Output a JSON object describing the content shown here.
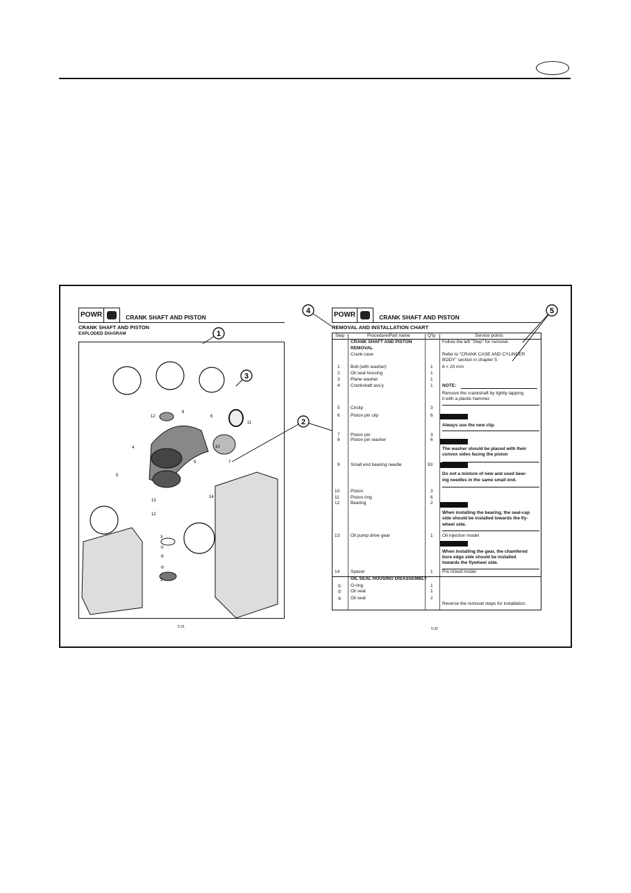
{
  "left_page": {
    "header_badge": "POWR",
    "header_title": "CRANK SHAFT AND PISTON",
    "section_title": "CRANK SHAFT AND PISTON",
    "subtitle": "EXPLODED DIAGRAM",
    "diagram_labels": [
      "12",
      "8",
      "6",
      "4",
      "5",
      "9",
      "7",
      "10",
      "11",
      "13",
      "12",
      "14",
      "3",
      "①",
      "②",
      "③",
      "2"
    ],
    "page_number": "5-31"
  },
  "right_page": {
    "header_badge": "POWR",
    "header_title": "CRANK SHAFT AND PISTON",
    "section_title": "REMOVAL AND INSTALLATION CHART",
    "columns": [
      "Step",
      "Procedure/Part name",
      "Q'ty",
      "Service points"
    ],
    "rows": [
      {
        "step": "",
        "name": "CRANK SHAFT AND PISTON",
        "qty": "",
        "bold": true
      },
      {
        "step": "",
        "name": "REMOVAL",
        "qty": "",
        "bold": true
      },
      {
        "step": "",
        "name": "Crank case",
        "qty": ""
      },
      {
        "step": "1",
        "name": "Bolt (with washer)",
        "qty": "1"
      },
      {
        "step": "2",
        "name": "Oil seal housing",
        "qty": "1"
      },
      {
        "step": "3",
        "name": "Plane washer",
        "qty": "1"
      },
      {
        "step": "4",
        "name": "Crankshaft ass'y",
        "qty": "1"
      },
      {
        "step": "5",
        "name": "Circlip",
        "qty": "3"
      },
      {
        "step": "6",
        "name": "Piston pin clip",
        "qty": "6"
      },
      {
        "step": "7",
        "name": "Piston pin",
        "qty": "3"
      },
      {
        "step": "8",
        "name": "Piston pin washer",
        "qty": "6"
      },
      {
        "step": "9",
        "name": "Small end bearing needle",
        "qty": "93"
      },
      {
        "step": "10",
        "name": "Piston",
        "qty": "3"
      },
      {
        "step": "11",
        "name": "Piston ring",
        "qty": "6"
      },
      {
        "step": "12",
        "name": "Bearing",
        "qty": "2"
      },
      {
        "step": "13",
        "name": "Oil pump drive gear",
        "qty": "1"
      },
      {
        "step": "14",
        "name": "Spacer",
        "qty": "1"
      },
      {
        "step": "",
        "name": "OIL SEAL HOUSING DISASSEMBLY",
        "qty": "",
        "bold": true
      },
      {
        "step": "①",
        "name": "O-ring",
        "qty": "1"
      },
      {
        "step": "②",
        "name": "Oil seal",
        "qty": "1"
      },
      {
        "step": "③",
        "name": "Oil seal",
        "qty": "2"
      }
    ],
    "service_points": [
      {
        "text": "Follow the left \"Step\" for removal."
      },
      {
        "text": "Refer to \"CRANK CASE AND CYLINDER"
      },
      {
        "text": "BODY\" section in chapter 5."
      },
      {
        "text": "8 × 20 mm"
      },
      {
        "text": "NOTE:",
        "bold": true
      },
      {
        "text": "Remove the crankshaft by lightly tapping"
      },
      {
        "text": "it with a plastic hammer."
      },
      {
        "text": "Always use the new clip.",
        "bold": true
      },
      {
        "text": "The washer should be placed with their",
        "bold": true
      },
      {
        "text": "convex sides facing the piston",
        "bold": true
      },
      {
        "text": "Do not a mixture of new and used bear-",
        "bold": true
      },
      {
        "text": "ing needles in the same small end.",
        "bold": true
      },
      {
        "text": "When installing the bearing, the seal-cap",
        "bold": true
      },
      {
        "text": "side should be installed towards the fly-",
        "bold": true
      },
      {
        "text": "wheel side.",
        "bold": true
      },
      {
        "text": "Oil injection model"
      },
      {
        "text": "When installing the gear, the chamfered",
        "bold": true
      },
      {
        "text": "bore edge side should be installed",
        "bold": true
      },
      {
        "text": "towards the flywheel side.",
        "bold": true
      },
      {
        "text": "Pre mixed model"
      },
      {
        "text": "Reverse the removal steps for installation."
      }
    ],
    "page_number": "5-32"
  },
  "callouts": [
    "1",
    "2",
    "3",
    "4",
    "5"
  ]
}
